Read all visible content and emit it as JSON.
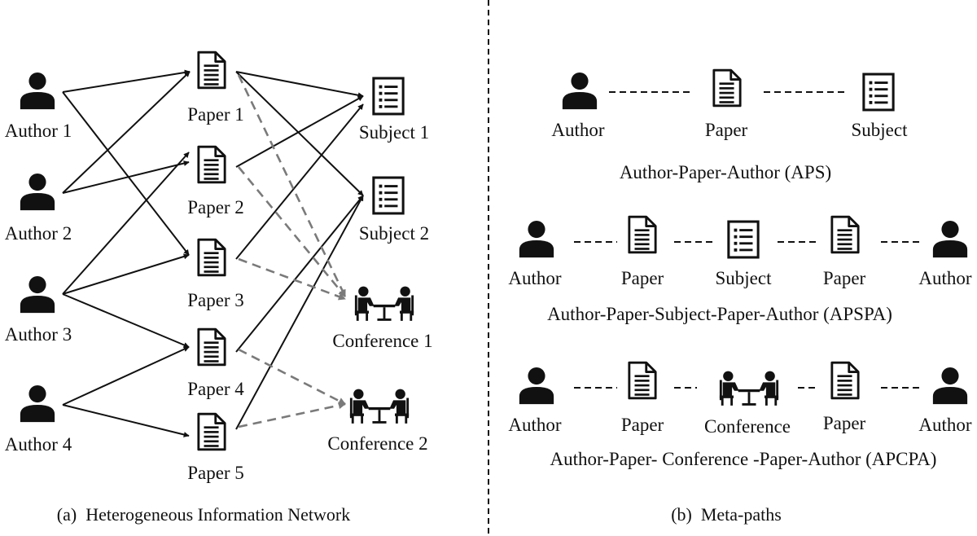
{
  "colors": {
    "ink": "#111111",
    "dashed_link": "#7a7a7a"
  },
  "left_panel": {
    "authors": [
      "Author 1",
      "Author 2",
      "Author 3",
      "Author 4"
    ],
    "papers": [
      "Paper 1",
      "Paper 2",
      "Paper 3",
      "Paper 4",
      "Paper 5"
    ],
    "subjects": [
      "Subject 1",
      "Subject 2"
    ],
    "conferences": [
      "Conference 1",
      "Conference 2"
    ],
    "caption": "(a)  Heterogeneous Information Network"
  },
  "right_panel": {
    "paths": [
      {
        "nodes": [
          "Author",
          "Paper",
          "Subject"
        ],
        "icons": [
          "person-icon",
          "document-icon",
          "list-icon"
        ],
        "label": "Author-Paper-Author (APS)"
      },
      {
        "nodes": [
          "Author",
          "Paper",
          "Subject",
          "Paper",
          "Author"
        ],
        "icons": [
          "person-icon",
          "document-icon",
          "list-icon",
          "document-icon",
          "person-icon"
        ],
        "label": "Author-Paper-Subject-Paper-Author (APSPA)"
      },
      {
        "nodes": [
          "Author",
          "Paper",
          "Conference",
          "Paper",
          "Author"
        ],
        "icons": [
          "person-icon",
          "document-icon",
          "meeting-icon",
          "document-icon",
          "person-icon"
        ],
        "label": "Author-Paper- Conference -Paper-Author (APCPA)"
      }
    ],
    "caption": "(b)  Meta-paths"
  }
}
